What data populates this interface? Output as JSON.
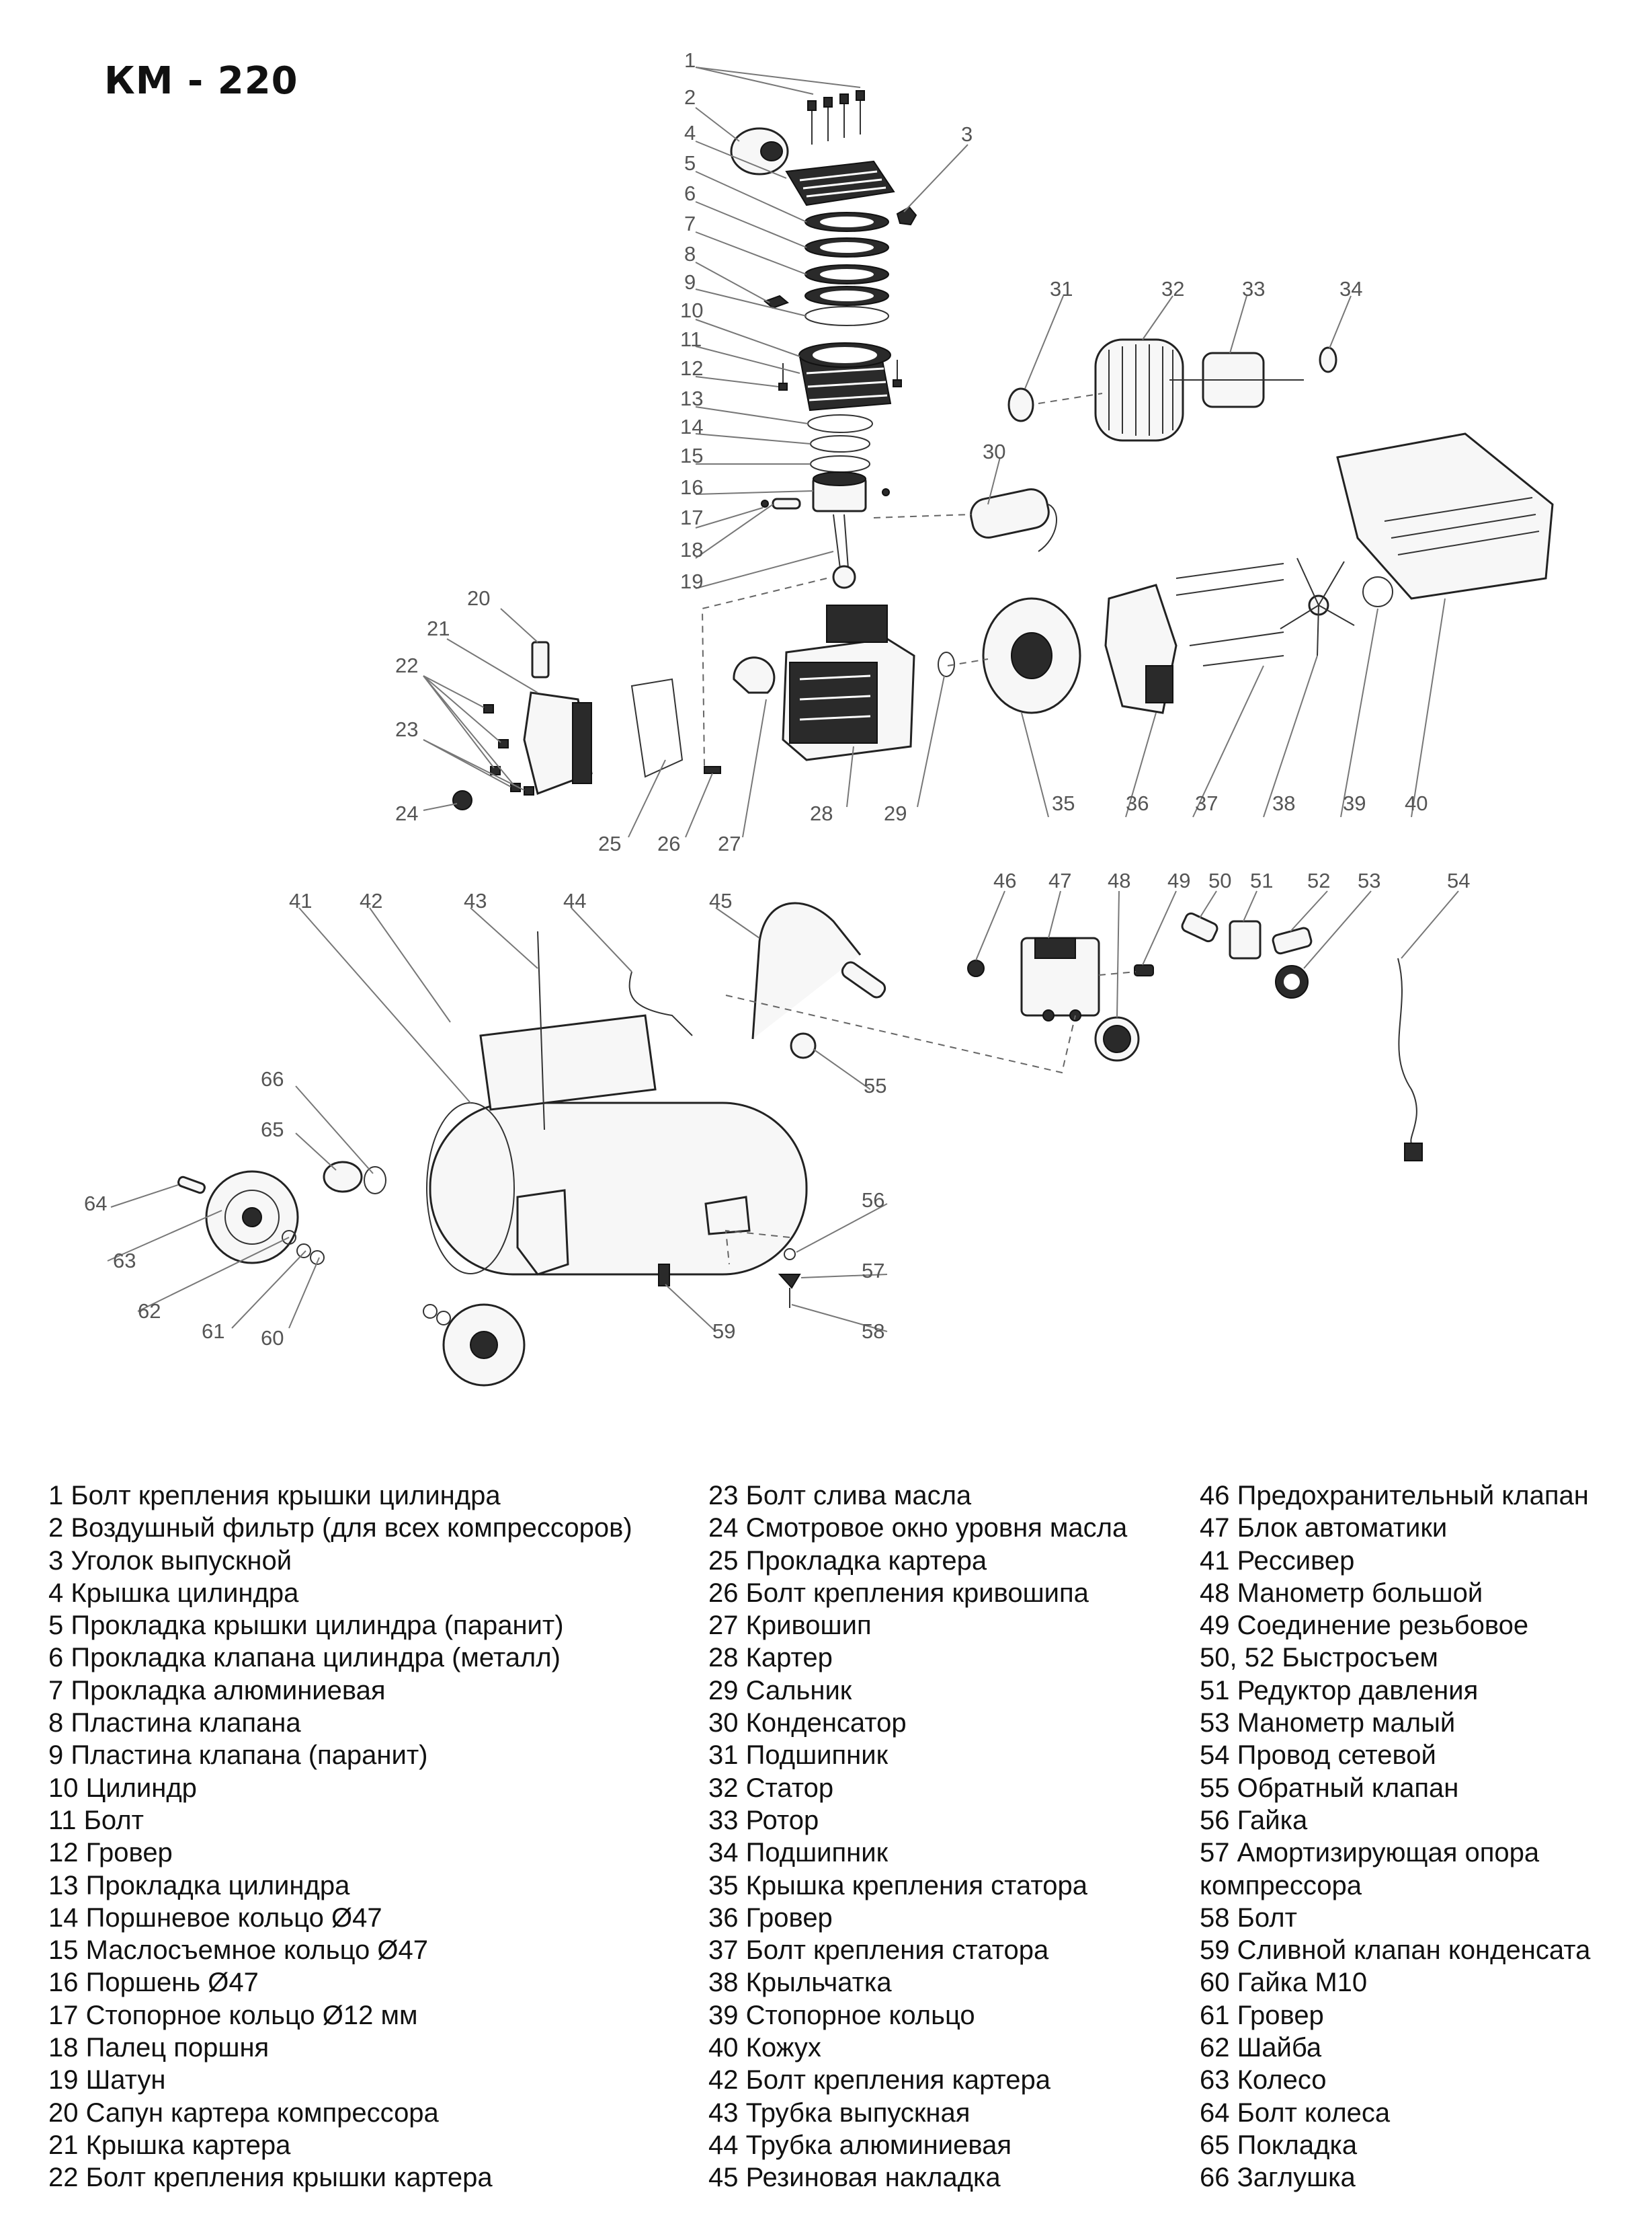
{
  "title": "КМ - 220",
  "diagram": {
    "callouts": [
      "1",
      "2",
      "3",
      "4",
      "5",
      "6",
      "7",
      "8",
      "9",
      "10",
      "11",
      "12",
      "13",
      "14",
      "15",
      "16",
      "17",
      "18",
      "19",
      "20",
      "21",
      "22",
      "23",
      "24",
      "25",
      "26",
      "27",
      "28",
      "29",
      "30",
      "31",
      "32",
      "33",
      "34",
      "35",
      "36",
      "37",
      "38",
      "39",
      "40",
      "41",
      "42",
      "43",
      "44",
      "45",
      "46",
      "47",
      "48",
      "49",
      "50",
      "51",
      "52",
      "53",
      "54",
      "55",
      "56",
      "57",
      "58",
      "59",
      "60",
      "61",
      "62",
      "63",
      "64",
      "65",
      "66"
    ]
  },
  "legend": {
    "column1": [
      "1 Болт крепления крышки цилиндра",
      "2 Воздушный фильтр (для всех компрессоров)",
      "3 Уголок выпускной",
      "4 Крышка цилиндра",
      "5 Прокладка крышки цилиндра (паранит)",
      "6 Прокладка клапана цилиндра (металл)",
      "7 Прокладка алюминиевая",
      "8 Пластина клапана",
      "9 Пластина клапана (паранит)",
      "10 Цилиндр",
      "11 Болт",
      "12 Гровер",
      "13 Прокладка цилиндра",
      "14 Поршневое кольцо Ø47",
      "15 Маслосъемное кольцо  Ø47",
      "16 Поршень Ø47",
      "17 Стопорное кольцо Ø12 мм",
      "18 Палец поршня",
      "19 Шатун",
      "20 Сапун картера компрессора",
      "21 Крышка картера",
      "22 Болт крепления крышки картера"
    ],
    "column2": [
      "23 Болт слива масла",
      "24 Смотровое окно уровня масла",
      "25 Прокладка картера",
      "26 Болт крепления кривошипа",
      "27 Кривошип",
      "28 Картер",
      "29 Сальник",
      "30 Конденсатор",
      "31 Подшипник",
      "32 Статор",
      "33 Ротор",
      "34 Подшипник",
      "35 Крышка крепления статора",
      "36 Гровер",
      "37 Болт крепления статора",
      "38 Крыльчатка",
      "39 Стопорное кольцо",
      "40 Кожух",
      "42 Болт крепления картера",
      "43 Трубка выпускная",
      "44 Трубка алюминиевая",
      "45 Резиновая накладка"
    ],
    "column3": [
      "46 Предохранительный клапан",
      "47 Блок автоматики",
      "41 Рессивер",
      "48 Манометр большой",
      "49 Соединение резьбовое",
      "50, 52 Быстросъем",
      "51 Редуктор давления",
      "53 Манометр малый",
      "54 Провод сетевой",
      "55 Обратный клапан",
      "56 Гайка",
      "57 Амортизирующая опора",
      "компрессора",
      "58 Болт",
      "59 Сливной клапан конденсата",
      "60 Гайка М10",
      "61 Гровер",
      "62 Шайба",
      "63 Колесо",
      "64 Болт колеса",
      "65 Покладка",
      "66 Заглушка"
    ]
  }
}
